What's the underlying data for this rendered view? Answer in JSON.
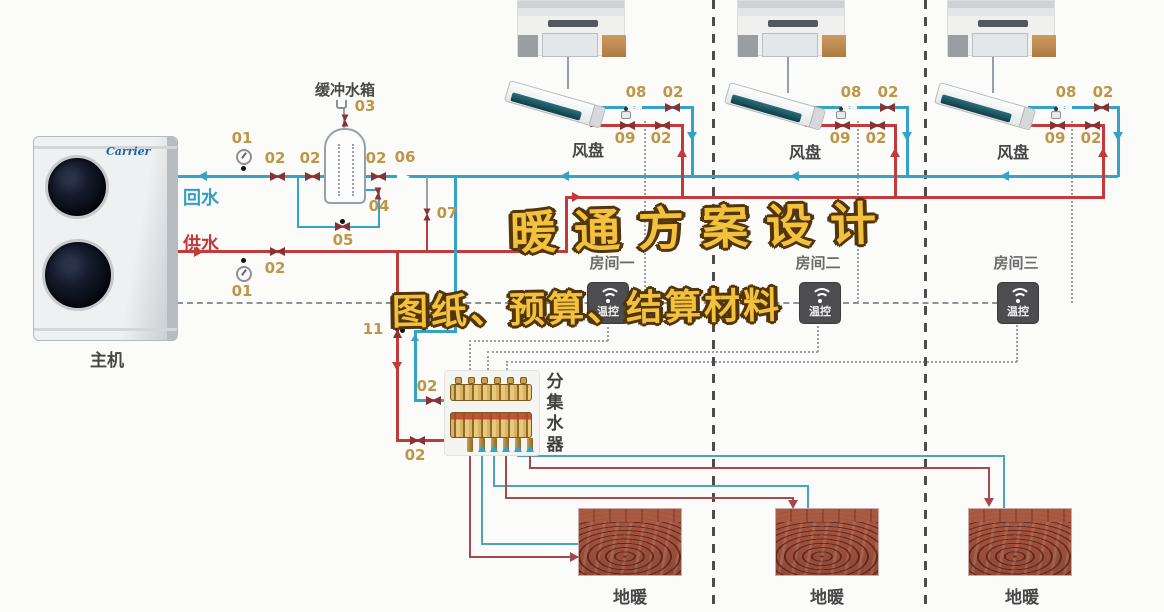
{
  "overlay": {
    "line1": "暖通方案设计",
    "line2": "图纸、预算、结算材料"
  },
  "main_unit": {
    "brand": "Carrier",
    "label": "主机"
  },
  "pipes": {
    "return_label": "回水",
    "supply_label": "供水"
  },
  "buffer_tank": {
    "label": "缓冲水箱"
  },
  "fan_coil": {
    "label": "风盘"
  },
  "rooms": [
    {
      "name": "房间一"
    },
    {
      "name": "房间二"
    },
    {
      "name": "房间三"
    }
  ],
  "thermostat": {
    "label": "温控"
  },
  "manifold": {
    "label": "分集水器"
  },
  "floor_heating": {
    "label": "地暖"
  },
  "tags": {
    "01": "01",
    "02": "02",
    "03": "03",
    "04": "04",
    "05": "05",
    "06": "06",
    "07": "07",
    "08": "08",
    "09": "09",
    "11": "11"
  },
  "colors": {
    "supply": "#c23a3c",
    "return": "#35a3c6",
    "loop_supply": "#a5494e",
    "loop_return": "#4aa5b8",
    "tag": "#bd9747",
    "overlay_fill": "#f2c13d",
    "overlay_stroke": "#53350a",
    "wire": "#9aa0a6"
  }
}
